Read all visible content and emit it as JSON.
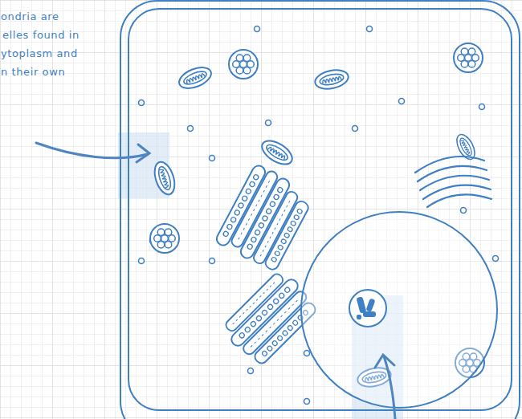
{
  "diagram": {
    "labels": [
      "ondria are",
      "elles found in",
      "ytoplasm and",
      "n their own"
    ]
  }
}
